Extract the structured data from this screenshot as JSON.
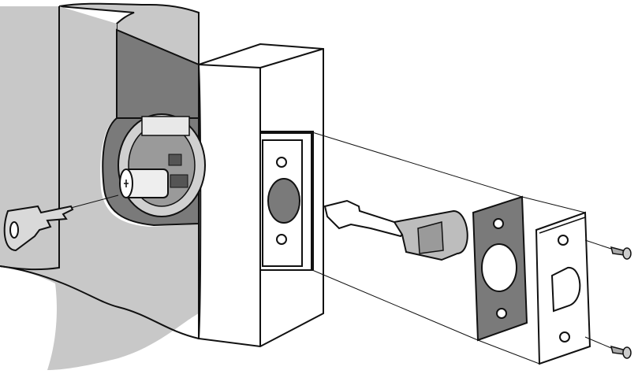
{
  "diagram": {
    "colors": {
      "stroke": "#111111",
      "door": "#c8c8c8",
      "doorEdge": "#ffffff",
      "cavity": "#7a7a7a",
      "gasket": "#7a7a7a",
      "metal": "#e6e6e6",
      "key": "#d9d9d9",
      "plate": "#ffffff"
    },
    "parts": [
      "door-panel",
      "door-edge",
      "lock-cylinder",
      "key",
      "latch-bolt",
      "latch-gasket",
      "strike-plate",
      "screws"
    ]
  }
}
